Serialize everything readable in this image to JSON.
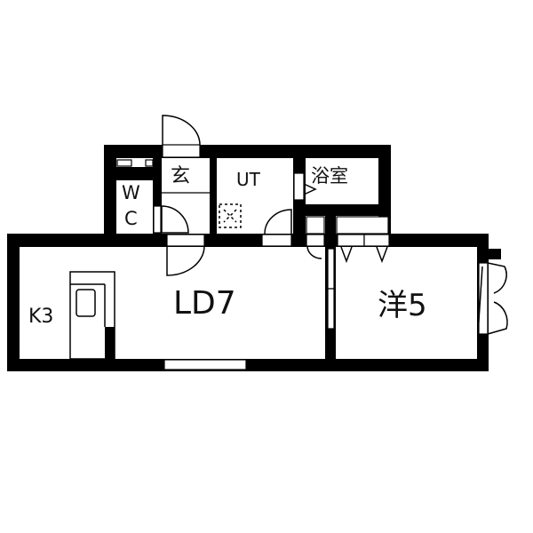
{
  "rooms": {
    "genkan": "玄",
    "wc_w": "W",
    "wc_c": "C",
    "ut": "UT",
    "bath": "浴室",
    "kitchen": "K3",
    "ld": "LD7",
    "western": "洋5"
  },
  "colors": {
    "wall": "#000000",
    "background": "#ffffff"
  }
}
